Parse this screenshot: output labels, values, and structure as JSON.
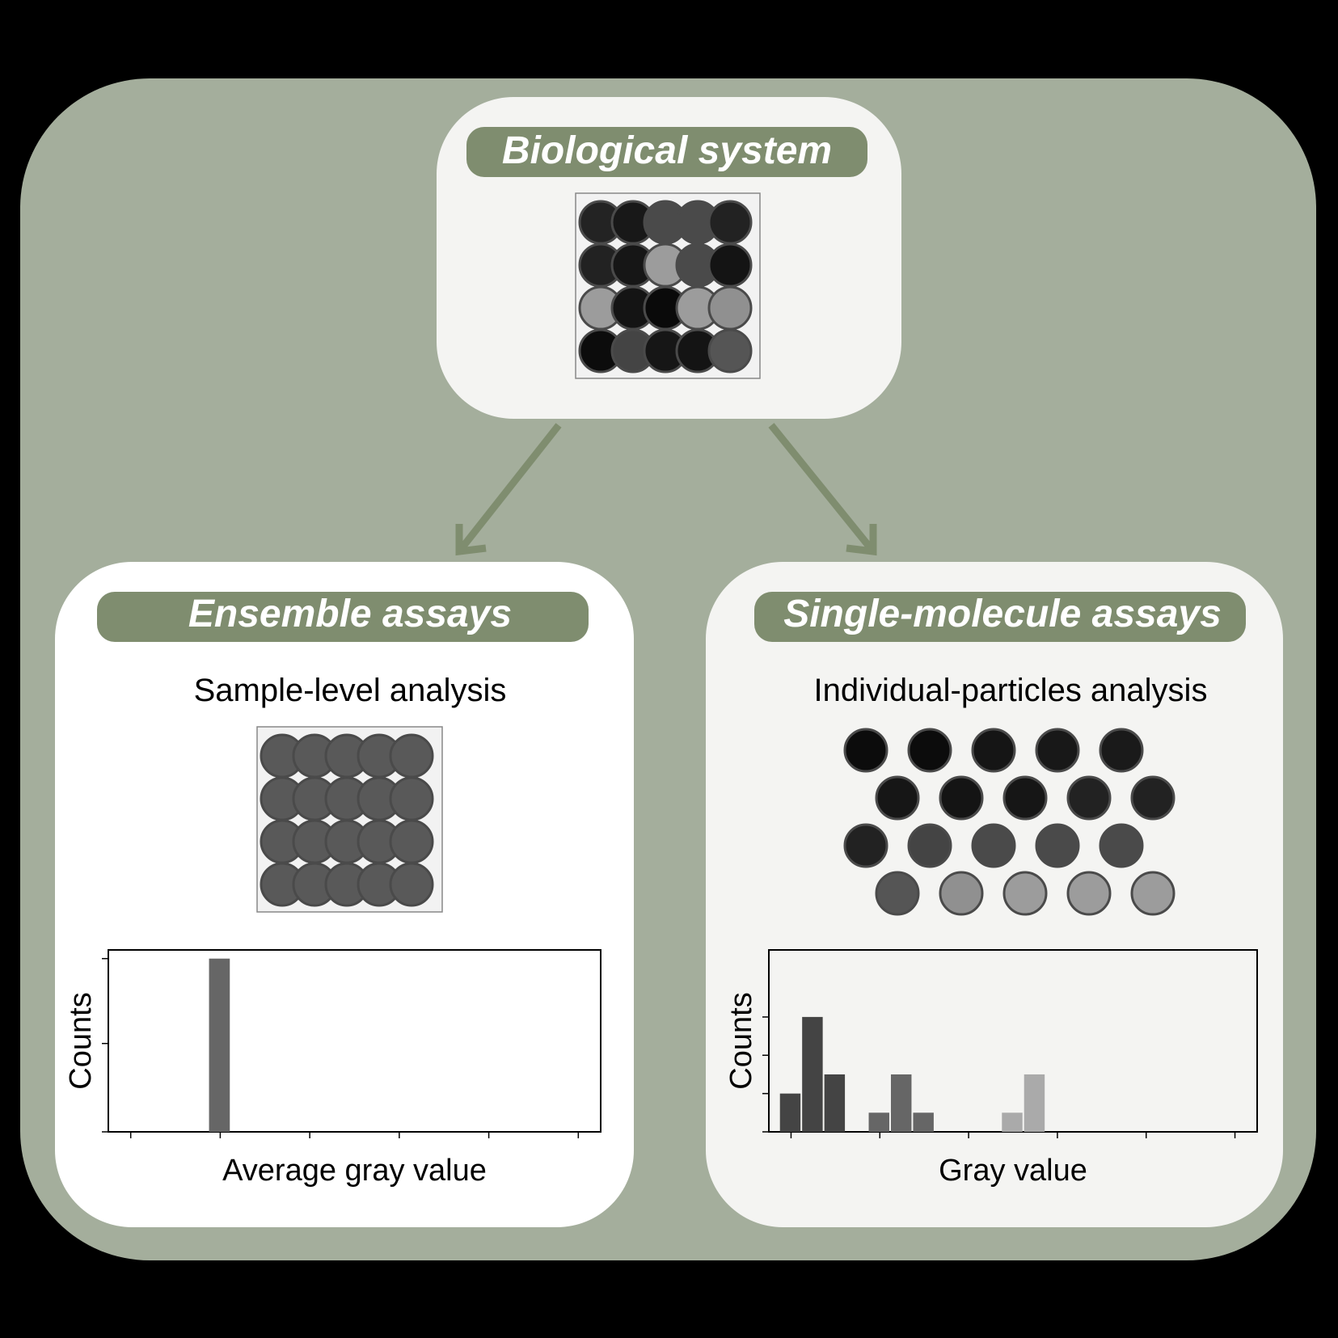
{
  "colors": {
    "background": "#000000",
    "panel": "#a4ae9c",
    "accent": "#7f8d6f",
    "card_top": "#f4f4f2",
    "card_left": "#ffffff",
    "card_right": "#f4f4f2"
  },
  "biological": {
    "title": "Biological system",
    "grid_fills": [
      [
        "#232323",
        "#181818",
        "#4a4a4a",
        "#4a4a4a",
        "#222222"
      ],
      [
        "#222222",
        "#161616",
        "#9c9c9c",
        "#4a4a4a",
        "#141414"
      ],
      [
        "#9c9c9c",
        "#141414",
        "#0a0a0a",
        "#9c9c9c",
        "#909090"
      ],
      [
        "#0c0c0c",
        "#444444",
        "#161616",
        "#141414",
        "#555555"
      ]
    ]
  },
  "ensemble": {
    "title": "Ensemble assays",
    "subtitle": "Sample-level analysis",
    "grid_fill": "#595959"
  },
  "single": {
    "title": "Single-molecule assays",
    "subtitle": "Individual-particles analysis",
    "particle_fills": [
      [
        "#0c0c0c",
        "#0c0c0c",
        "#151515",
        "#181818",
        "#1a1a1a"
      ],
      [
        "#161616",
        "#141414",
        "#161616",
        "#222222",
        "#222222"
      ],
      [
        "#222222",
        "#444444",
        "#4a4a4a",
        "#4a4a4a",
        "#4a4a4a"
      ],
      [
        "#555555",
        "#909090",
        "#9c9c9c",
        "#9c9c9c",
        "#9c9c9c"
      ]
    ]
  },
  "chart_data": [
    {
      "type": "bar",
      "xlabel": "Average gray value",
      "ylabel": "Counts",
      "x_tick_count": 6,
      "y_tick_count": 3,
      "xlim": [
        0,
        5.5
      ],
      "ylim": [
        0,
        1.05
      ],
      "bars": [
        {
          "x": 1.25,
          "value": 1.0,
          "color": "#666666"
        }
      ]
    },
    {
      "type": "bar",
      "xlabel": "Gray value",
      "ylabel": "Counts",
      "x_tick_count": 6,
      "y_tick_count": 4,
      "xlim": [
        0,
        5.5
      ],
      "ylim": [
        0,
        3.8
      ],
      "bars": [
        {
          "x": 0.25,
          "value": 0.8,
          "color": "#444444"
        },
        {
          "x": 0.5,
          "value": 2.4,
          "color": "#444444"
        },
        {
          "x": 0.75,
          "value": 1.2,
          "color": "#444444"
        },
        {
          "x": 1.25,
          "value": 0.4,
          "color": "#666666"
        },
        {
          "x": 1.5,
          "value": 1.2,
          "color": "#666666"
        },
        {
          "x": 1.75,
          "value": 0.4,
          "color": "#666666"
        },
        {
          "x": 2.75,
          "value": 0.4,
          "color": "#aaaaaa"
        },
        {
          "x": 3.0,
          "value": 1.2,
          "color": "#aaaaaa"
        }
      ]
    }
  ]
}
